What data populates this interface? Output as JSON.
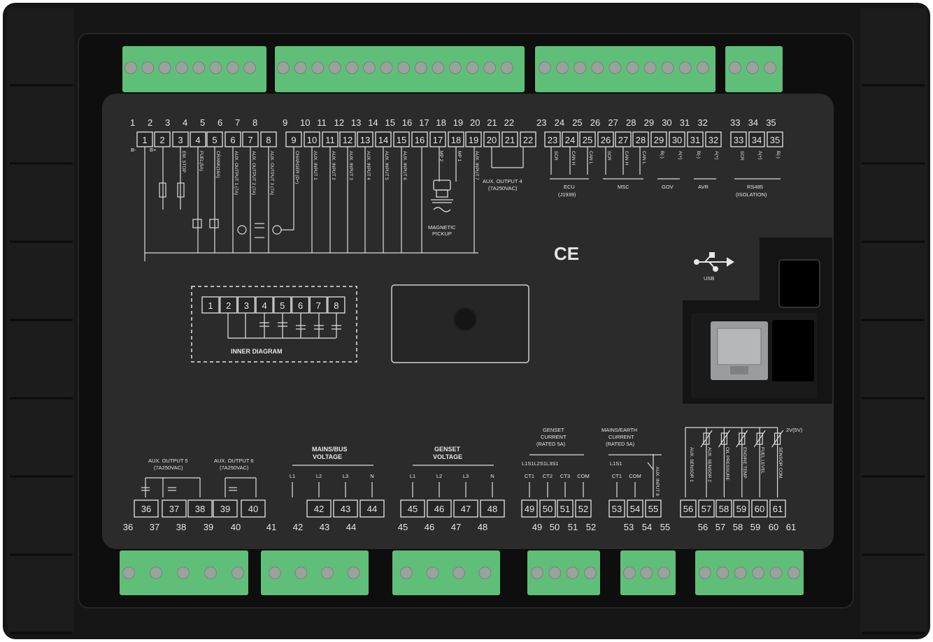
{
  "device": {
    "colors": {
      "housing": "#161616",
      "panel": "#2b2b2b",
      "connector": "#5fbf78",
      "screw": "#9aa29c",
      "line": "#dddddd"
    },
    "top_terminal_numbers": [
      "1",
      "2",
      "3",
      "4",
      "5",
      "6",
      "7",
      "8",
      "9",
      "10",
      "11",
      "12",
      "13",
      "14",
      "15",
      "16",
      "17",
      "18",
      "19",
      "20",
      "21",
      "22",
      "23",
      "24",
      "25",
      "26",
      "27",
      "28",
      "29",
      "30",
      "31",
      "32",
      "33",
      "34",
      "35"
    ],
    "bottom_terminal_numbers": [
      "36",
      "37",
      "38",
      "39",
      "40",
      "41",
      "42",
      "43",
      "44",
      "45",
      "46",
      "47",
      "48",
      "49",
      "50",
      "51",
      "52",
      "53",
      "54",
      "55",
      "56",
      "57",
      "58",
      "59",
      "60",
      "61"
    ],
    "marks": {
      "b_minus": "B-",
      "b_plus": "B+"
    },
    "top_vertical_labels": {
      "t3": "EM. STOP",
      "t4": "FUEL(5A)",
      "t5": "CRANK(16A)",
      "t6": "AUX. OUTPUT 1 (7A)",
      "t7": "AUX. OUTPUT 2 (7A)",
      "t8": "AUX. OUTPUT 3 (7A)",
      "t9": "CHARGER (D+)",
      "t10": "AUX. INPUT 1",
      "t11": "AUX. INPUT 2",
      "t12": "AUX. INPUT 3",
      "t13": "AUX. INPUT 4",
      "t14": "AUX. INPUT 5",
      "t15": "AUX. INPUT 6",
      "t17": "MP 2",
      "t18": "MP 1",
      "t19": "AUX. INPUT 7",
      "t23": "SCR",
      "t24": "CAN H",
      "t25": "CAN L",
      "t26": "SCR",
      "t27": "CAN H",
      "t28": "CAN L",
      "t29": "B(-)",
      "t30": "A(+)",
      "t31": "B(-)",
      "t32": "A(+)",
      "t33": "SCR",
      "t34": "A(+)",
      "t35": "B(-)"
    },
    "top_group_labels": {
      "aux_output_4": "AUX. OUTPUT 4",
      "aux_output_4_rating": "(7A250VAC)",
      "magnetic_pickup": "MAGNETIC",
      "magnetic_pickup_2": "PICKUP",
      "ecu": "ECU",
      "ecu_sub": "(J1939)",
      "msc": "MSC",
      "gov": "GOV",
      "avr": "AVR",
      "rs485": "RS485",
      "rs485_sub": "(ISOLATION)"
    },
    "ce_mark": "CE",
    "usb_label": "USB",
    "inner_diagram": {
      "title": "INNER DIAGRAM",
      "pins": [
        "1",
        "2",
        "3",
        "4",
        "5",
        "6",
        "7",
        "8"
      ]
    },
    "bottom_group_labels": {
      "aux_output_5": "AUX. OUTPUT 5",
      "aux_output_5_rating": "(7A250VAC)",
      "aux_output_6": "AUX. OUTPUT 6",
      "aux_output_6_rating": "(7A250VAC)",
      "mains_bus_1": "MAINS/BUS",
      "mains_bus_2": "VOLTAGE",
      "mains_phases": [
        "L1",
        "L2",
        "L3",
        "N"
      ],
      "genset_v_1": "GENSET",
      "genset_v_2": "VOLTAGE",
      "genset_phases": [
        "L1",
        "L2",
        "L3",
        "N"
      ],
      "genset_c_1": "GENSET",
      "genset_c_2": "CURRENT",
      "genset_c_3": "(RATED 5A)",
      "genset_c_lines": "L1S1L2S1L3S1",
      "genset_c_pins": [
        "CT1",
        "CT2",
        "CT3",
        "COM"
      ],
      "mains_c_1": "MAINS/EARTH",
      "mains_c_2": "CURRENT",
      "mains_c_3": "(RATED 5A)",
      "mains_c_line": "L1S1",
      "mains_c_pins": [
        "CT1",
        "COM"
      ],
      "aux_input_8": "AUX. INPUT 8",
      "sensor_common": "SENSOR COM.",
      "sensor_voltage": "2V(5V)",
      "sensors": [
        "AUX. SENSOR 1",
        "AUX. SENSOR 2",
        "OIL PRESSURE",
        "ENGINE TEMP",
        "FUEL LEVEL",
        "SENSOR COM."
      ]
    }
  }
}
